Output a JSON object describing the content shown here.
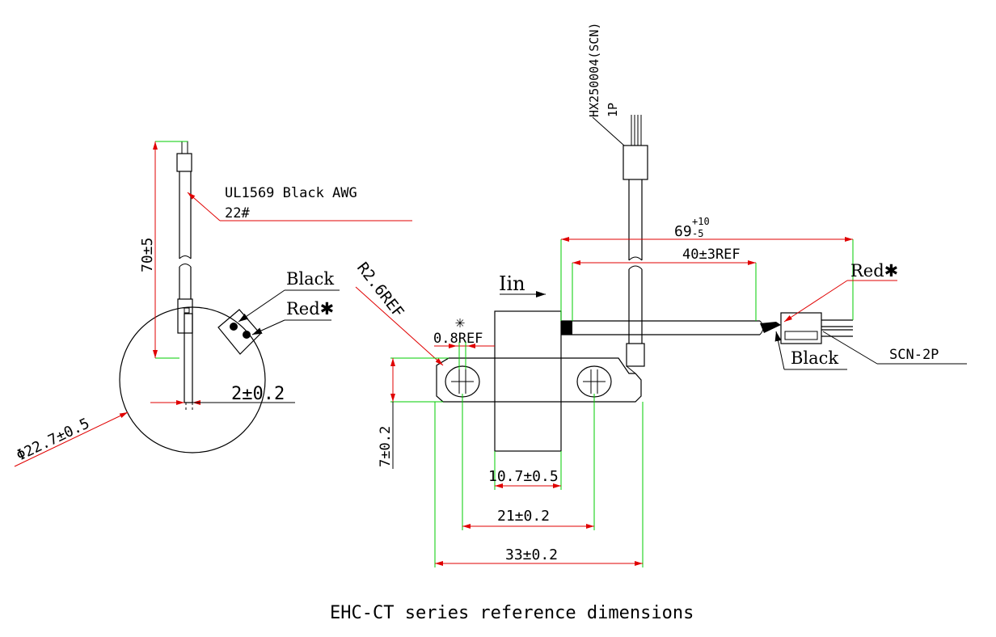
{
  "caption": "EHC-CT series reference dimensions",
  "side_view": {
    "length": "70±5",
    "wire_spec_line1": "UL1569 Black  AWG",
    "wire_spec_line2": "22#",
    "lead_black": "Black",
    "lead_red": "Red✱",
    "thickness": "2±0.2",
    "diameter": "Φ22.7±0.5"
  },
  "front_view": {
    "connector_part": "HX250004(SCN)",
    "connector_pin": "1P",
    "lead_length_main": "69",
    "lead_length_tol_upper": "+10",
    "lead_length_tol_lower": "-5",
    "lead_length_ref": "40±3REF",
    "current_in": "Iin",
    "radius": "R2.6REF",
    "asterisk": "✳",
    "slot_ref": "0.8REF",
    "lead_red": "Red✱",
    "lead_black": "Black",
    "plug": "SCN-2P",
    "height": "7±0.2",
    "core_width": "10.7±0.5",
    "hole_pitch": "21±0.2",
    "total_width": "33±0.2"
  },
  "colors": {
    "outline": "#000000",
    "dimension": "#e00000",
    "extension": "#00cc00"
  }
}
